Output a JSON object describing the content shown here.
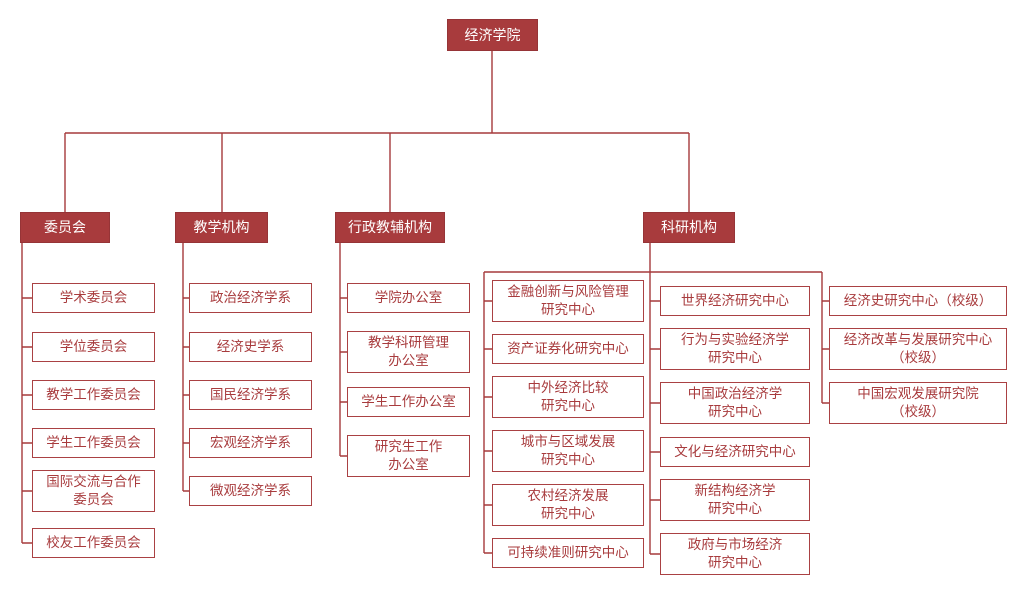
{
  "colors": {
    "brand": "#a83b3d",
    "brand_border": "#963437",
    "line": "#a63a3c",
    "child_border": "#aa4143",
    "child_text": "#a83b3d",
    "background": "#ffffff"
  },
  "org": {
    "root_label": "经济学院",
    "sections": [
      {
        "label": "委员会",
        "children": [
          {
            "label": "学术委员会"
          },
          {
            "label": "学位委员会"
          },
          {
            "label": "教学工作委员会"
          },
          {
            "label": "学生工作委员会"
          },
          {
            "label": "国际交流与合作\n委员会"
          },
          {
            "label": "校友工作委员会"
          }
        ]
      },
      {
        "label": "教学机构",
        "children": [
          {
            "label": "政治经济学系"
          },
          {
            "label": "经济史学系"
          },
          {
            "label": "国民经济学系"
          },
          {
            "label": "宏观经济学系"
          },
          {
            "label": "微观经济学系"
          }
        ]
      },
      {
        "label": "行政教辅机构",
        "children": [
          {
            "label": "学院办公室"
          },
          {
            "label": "教学科研管理\n办公室"
          },
          {
            "label": "学生工作办公室"
          },
          {
            "label": "研究生工作\n办公室"
          }
        ]
      },
      {
        "label": "科研机构",
        "groups": [
          [
            {
              "label": "金融创新与风险管理\n研究中心"
            },
            {
              "label": "资产证券化研究中心"
            },
            {
              "label": "中外经济比较\n研究中心"
            },
            {
              "label": "城市与区域发展\n研究中心"
            },
            {
              "label": "农村经济发展\n研究中心"
            },
            {
              "label": "可持续准则研究中心"
            }
          ],
          [
            {
              "label": "世界经济研究中心"
            },
            {
              "label": "行为与实验经济学\n研究中心"
            },
            {
              "label": "中国政治经济学\n研究中心"
            },
            {
              "label": "文化与经济研究中心"
            },
            {
              "label": "新结构经济学\n研究中心"
            },
            {
              "label": "政府与市场经济\n研究中心"
            }
          ],
          [
            {
              "label": "经济史研究中心（校级）"
            },
            {
              "label": "经济改革与发展研究中心\n（校级）"
            },
            {
              "label": "中国宏观发展研究院\n（校级）"
            }
          ]
        ]
      }
    ]
  }
}
